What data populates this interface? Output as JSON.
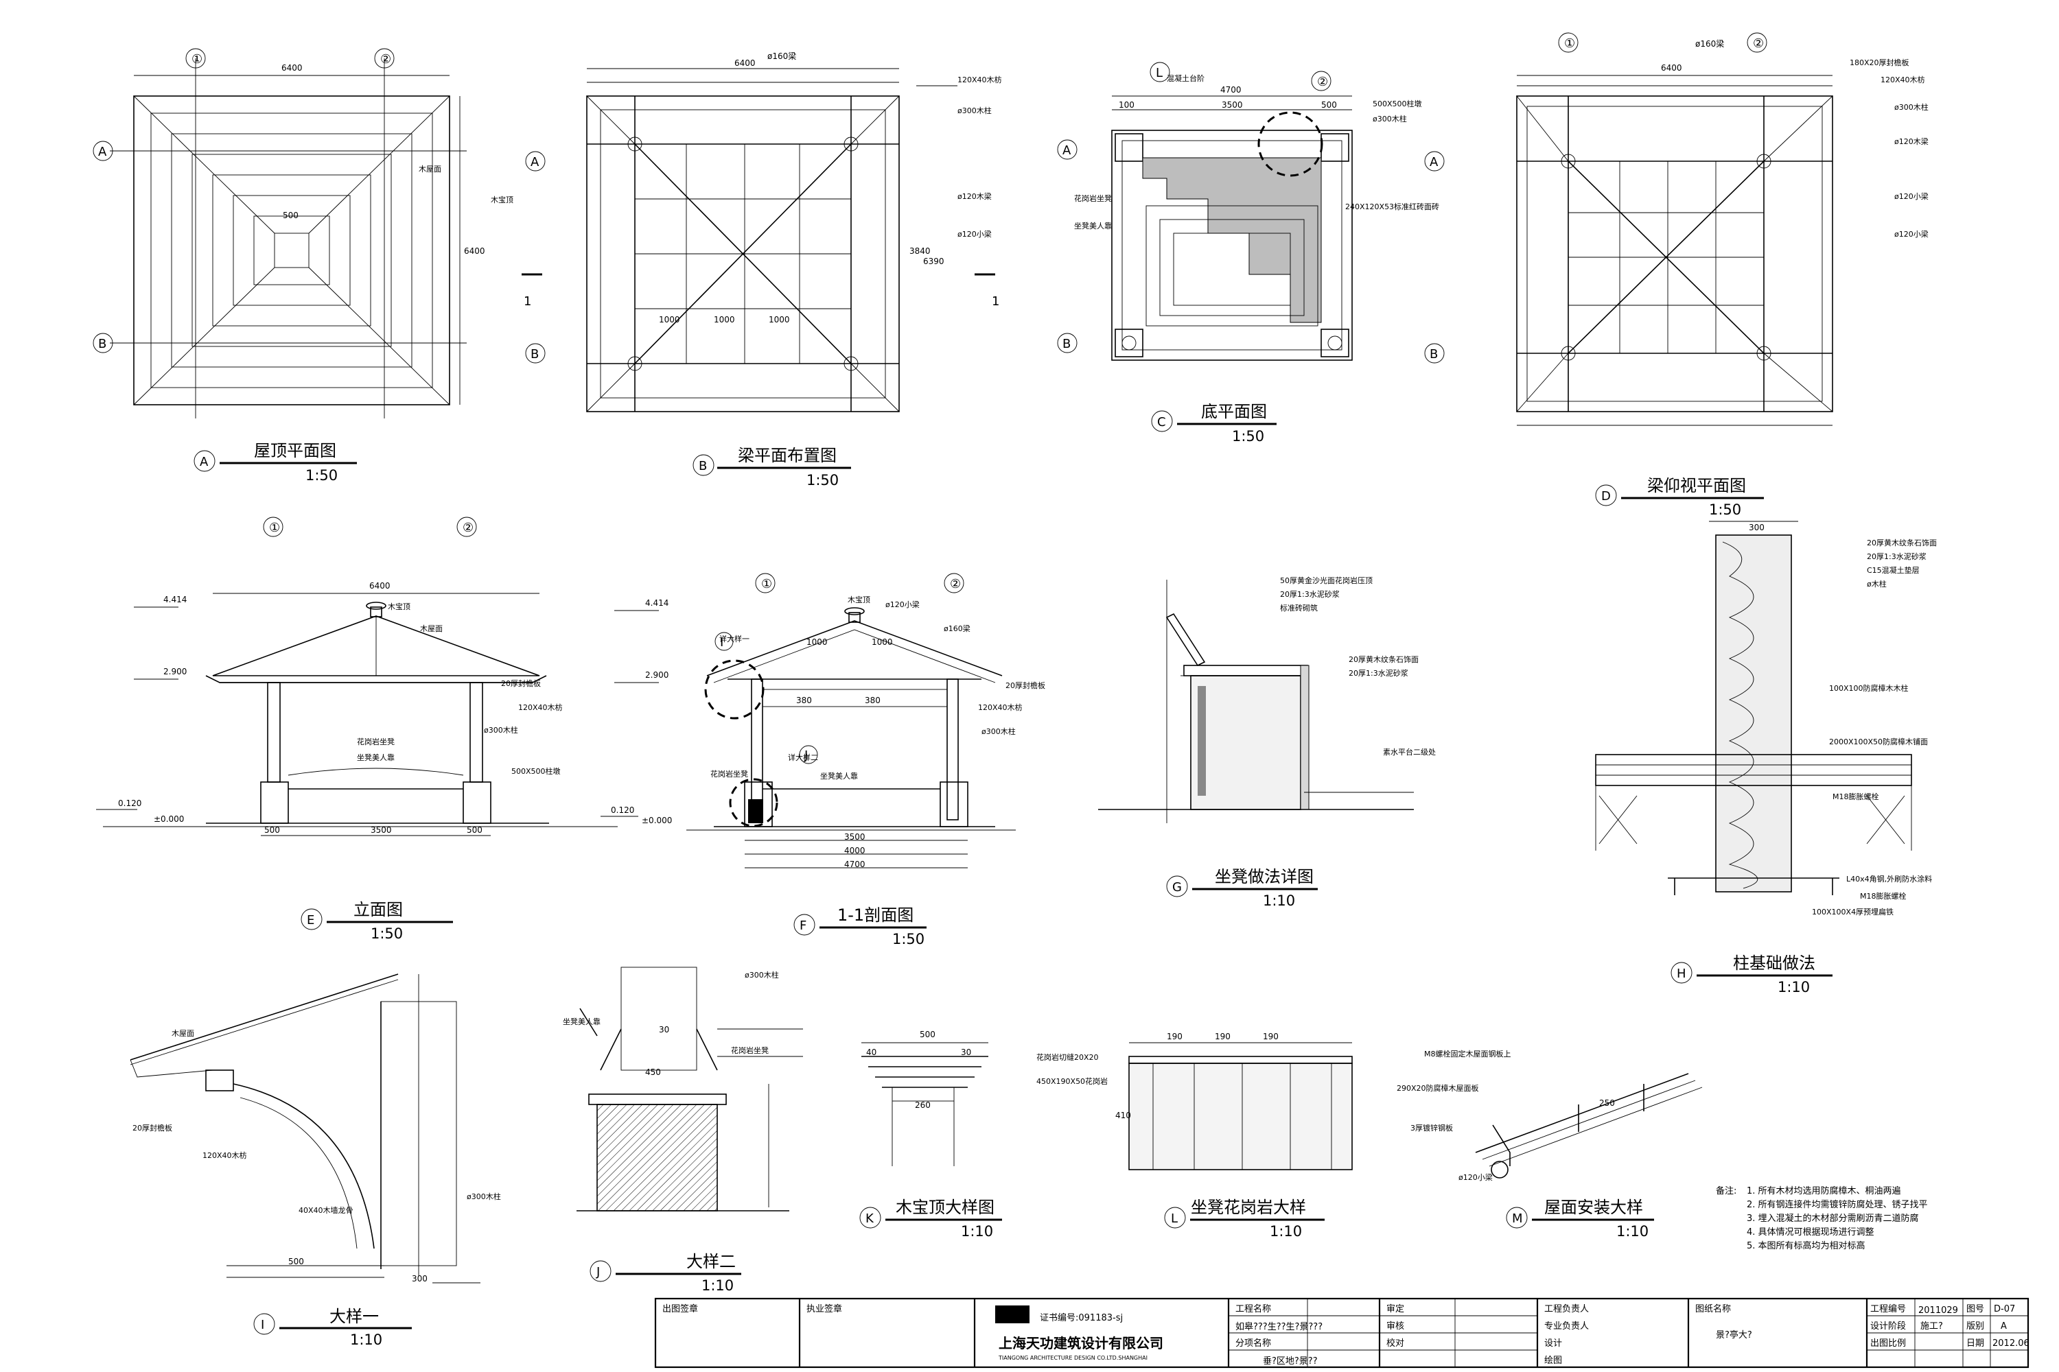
{
  "views": {
    "A": {
      "title": "屋顶平面图",
      "scale": "1:50",
      "dim_w": "6400",
      "dim_h": "6400",
      "dim_top": "500",
      "labels": [
        "木屋面",
        "木宝顶"
      ]
    },
    "B": {
      "title": "梁平面布置图",
      "scale": "1:50",
      "dims": [
        "6400",
        "1000",
        "120X40木枋",
        "ø300木柱",
        "ø120木梁",
        "ø120小梁",
        "ø160梁",
        "3840",
        "6390"
      ]
    },
    "C": {
      "title": "底平面图",
      "scale": "1:50",
      "dims": [
        "4700",
        "3500",
        "500",
        "100"
      ],
      "labels": [
        "花岗岩坐凳",
        "坐凳美人靠",
        "500X500柱墩",
        "ø300木柱",
        "240X120X53标准红砖面砖",
        "混凝土台阶"
      ]
    },
    "D": {
      "title": "梁仰视平面图",
      "scale": "1:50",
      "dims": [
        "6400",
        "ø160梁",
        "180X20厚封檐板",
        "120X40木枋",
        "ø300木柱",
        "ø120木梁",
        "ø120小梁"
      ]
    },
    "E": {
      "title": "立面图",
      "scale": "1:50",
      "dims": [
        "6400",
        "3500",
        "500",
        "4.414",
        "2.900",
        "0.120",
        "±0.000"
      ],
      "labels": [
        "木宝顶",
        "木屋面",
        "20厚封檐板",
        "120X40木枋",
        "ø300木柱",
        "500X500柱墩",
        "花岗岩坐凳",
        "坐凳美人靠"
      ]
    },
    "F": {
      "title": "1-1剖面图",
      "scale": "1:50",
      "dims": [
        "4700",
        "4000",
        "3500",
        "1000",
        "380"
      ],
      "labels": [
        "木宝顶",
        "ø120小梁",
        "ø160梁",
        "20厚封檐板",
        "120X40木枋",
        "ø300木柱",
        "花岗岩坐凳",
        "坐凳美人靠",
        "详大样一",
        "详大样二"
      ]
    },
    "G": {
      "title": "坐凳做法详图",
      "scale": "1:10",
      "labels": [
        "50厚黄金沙光面花岗岩压顶",
        "20厚1:3水泥砂浆",
        "标准砖砌筑",
        "20厚黄木纹条石饰面",
        "20厚1:3水泥砂浆",
        "素水平台二级处"
      ]
    },
    "H": {
      "title": "柱基础做法",
      "scale": "1:10",
      "labels": [
        "20厚黄木纹条石饰面",
        "20厚1:3水泥砂浆",
        "C15混凝土垫层",
        "ø木柱",
        "100X100防腐樟木木柱",
        "2000X100X50防腐樟木铺面",
        "M18膨胀螺栓",
        "L40x4角钢,外刷防水涂料",
        "M18膨胀螺栓",
        "100X100X4厚预埋扁铁"
      ]
    },
    "I": {
      "title": "大样一",
      "scale": "1:10",
      "labels": [
        "木屋面",
        "20厚封檐板",
        "120X40木枋",
        "40X40木墙龙骨",
        "ø300木柱"
      ]
    },
    "J": {
      "title": "大样二",
      "scale": "1:10",
      "labels": [
        "坐凳美人靠",
        "花岗岩坐凳",
        "ø300木柱"
      ]
    },
    "K": {
      "title": "木宝顶大样图",
      "scale": "1:10",
      "dims": [
        "500",
        "260",
        "40",
        "30"
      ]
    },
    "L": {
      "title": "坐凳花岗岩大样",
      "scale": "1:10",
      "labels": [
        "花岗岩切缝20X20",
        "450X190X50花岗岩"
      ],
      "dims": [
        "190",
        "410"
      ]
    },
    "M": {
      "title": "屋面安装大样",
      "scale": "1:10",
      "labels": [
        "M8螺栓固定木屋面钢板上",
        "290X20防腐樟木屋面板",
        "3厚镀锌钢板",
        "ø120小梁"
      ],
      "dims": [
        "250"
      ]
    }
  },
  "notes": {
    "heading": "备注:",
    "lines": [
      "1. 所有木材均选用防腐樟木、桐油两遍",
      "2. 所有钢连接件均需镀锌防腐处理、锈子找平",
      "3. 埋入混凝土的木材部分需刷沥青二道防腐",
      "4. 具体情况可根据现场进行调整",
      "5. 本图所有标高均为相对标高"
    ]
  },
  "title_block": {
    "col1": "出图签章",
    "col2": "执业签章",
    "cert": "证书编号:091183-sj",
    "company": "上海天功建筑设计有限公司",
    "company_en": "TIANGONG ARCHITECTURE DESIGN CO.LTD.SHANGHAI",
    "project_label": "工程名称",
    "project_name": "如皋???生??生?景???",
    "subitem_label": "分项名称",
    "subitem_name": "垂?区地?景??",
    "roles": [
      "审定",
      "审核",
      "校对"
    ],
    "roles2": [
      "工程负责人",
      "专业负责人",
      "设计",
      "绘图"
    ],
    "drawing_label": "图纸名称",
    "drawing_name": "景?亭大?",
    "meta_labels": [
      "工程编号",
      "设计阶段",
      "出图比例",
      "图号",
      "版别",
      "日期"
    ],
    "meta_values": [
      "2011029",
      "施工?",
      "D-07",
      "A",
      "2012.06"
    ]
  }
}
